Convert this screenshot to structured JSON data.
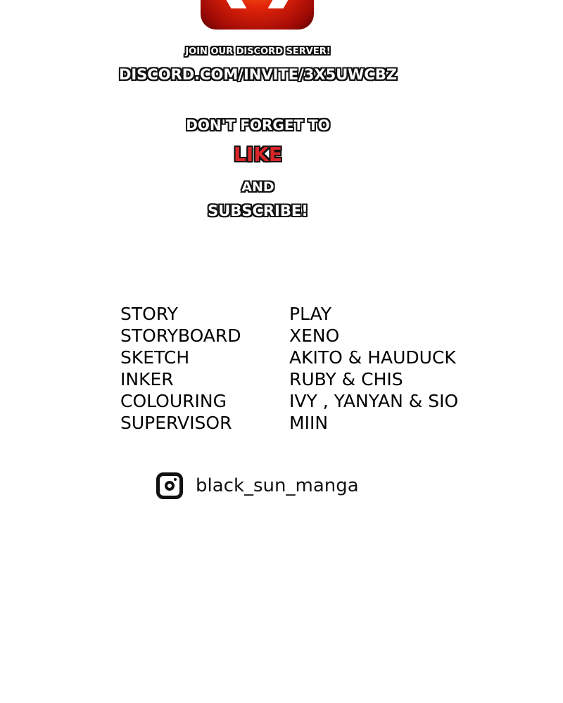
{
  "discord": {
    "join_label": "JOIN OUR DISCORD SERVER!",
    "url": "DISCORD.COM/INVITE/3X5UWCBZ"
  },
  "cta": {
    "line1": "DON'T FORGET TO",
    "like": "LIKE",
    "and": "AND",
    "subscribe": "SUBSCRIBE!"
  },
  "credits": [
    {
      "role": "STORY",
      "name": "PLAY"
    },
    {
      "role": "STORYBOARD",
      "name": "XENO"
    },
    {
      "role": "SKETCH",
      "name": "AKITO & HAUDUCK"
    },
    {
      "role": "INKER",
      "name": "RUBY & CHIS"
    },
    {
      "role": "COLOURING",
      "name": "IVY , YANYAN & SIO"
    },
    {
      "role": "SUPERVISOR",
      "name": "MIIN"
    }
  ],
  "social": {
    "icon": "instagram-icon",
    "handle": "black_sun_manga"
  },
  "colors": {
    "like_red": "#d8262a",
    "logo_red": "#e2240a"
  }
}
